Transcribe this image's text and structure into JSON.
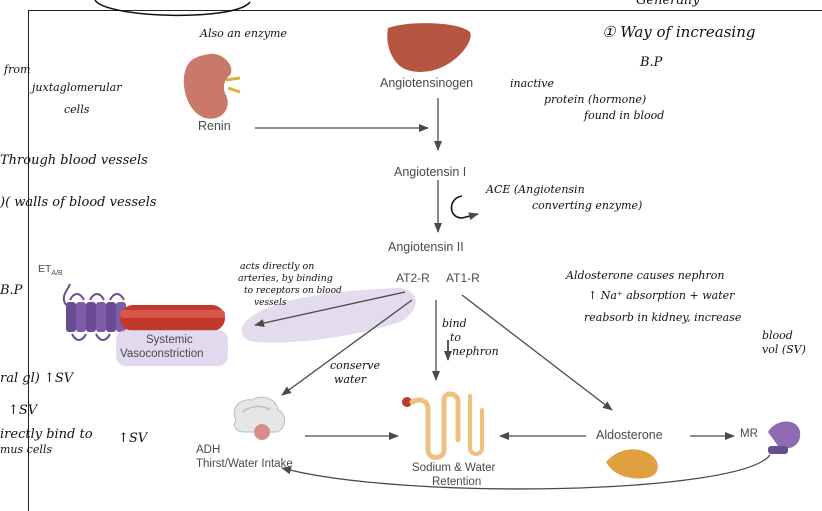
{
  "diagram": {
    "nodes": {
      "renin": "Renin",
      "angiotensinogen": "Angiotensinogen",
      "angiotensin1": "Angiotensin I",
      "angiotensin2": "Angiotensin II",
      "at2r": "AT2-R",
      "at1r": "AT1-R",
      "eta": "ET",
      "eta_sub": "A/B",
      "systemic1": "Systemic",
      "systemic2": "Vasoconstriction",
      "adh": "ADH",
      "thirst": "Thirst/Water Intake",
      "sodium1": "Sodium & Water",
      "sodium2": "Retention",
      "aldosterone": "Aldosterone",
      "mr": "MR"
    },
    "colors": {
      "arrow": "#4a4a4a",
      "liver": "#b5553f",
      "kidney": "#c9786a",
      "receptor": "#6a4c93",
      "vessel": "#c0392b",
      "highlight": "#d9cfe8",
      "nephron": "#f0c080",
      "adrenal": "#e0a040"
    }
  },
  "notes": {
    "top_left": "Also an enzyme",
    "top_right_1": "Generally",
    "top_right_2": "① Way of increasing",
    "top_right_3": "B.P",
    "from": "from",
    "jg1": "juxtaglomerular",
    "jg2": "cells",
    "through": "Through blood vessels",
    "walls": ")( walls of blood vessels",
    "inactive1": "inactive",
    "inactive2": "protein (hormone)",
    "inactive3": "found in blood",
    "ace1": "ACE (Angiotensin",
    "ace2": "converting enzyme)",
    "acts1": "acts directly on",
    "acts2": "arteries, by binding",
    "acts3": "to receptors on blood",
    "acts4": "vessels",
    "bp_left": "B.P",
    "aldo1": "Aldosterone causes nephron",
    "aldo2": "↑ Na⁺ absorption + water",
    "aldo3": "reabsorb in kidney, increase",
    "aldo4": "blood",
    "aldo5": "vol (SV)",
    "bind1": "bind",
    "bind2": "to",
    "bind3": "nephron",
    "conserve1": "conserve",
    "conserve2": "water",
    "left_sv1": "ral gl) ↑SV",
    "left_sv2": "↑SV",
    "direct1": "irectly bind to",
    "direct2": "mus cells",
    "direct_sv": "↑SV"
  }
}
